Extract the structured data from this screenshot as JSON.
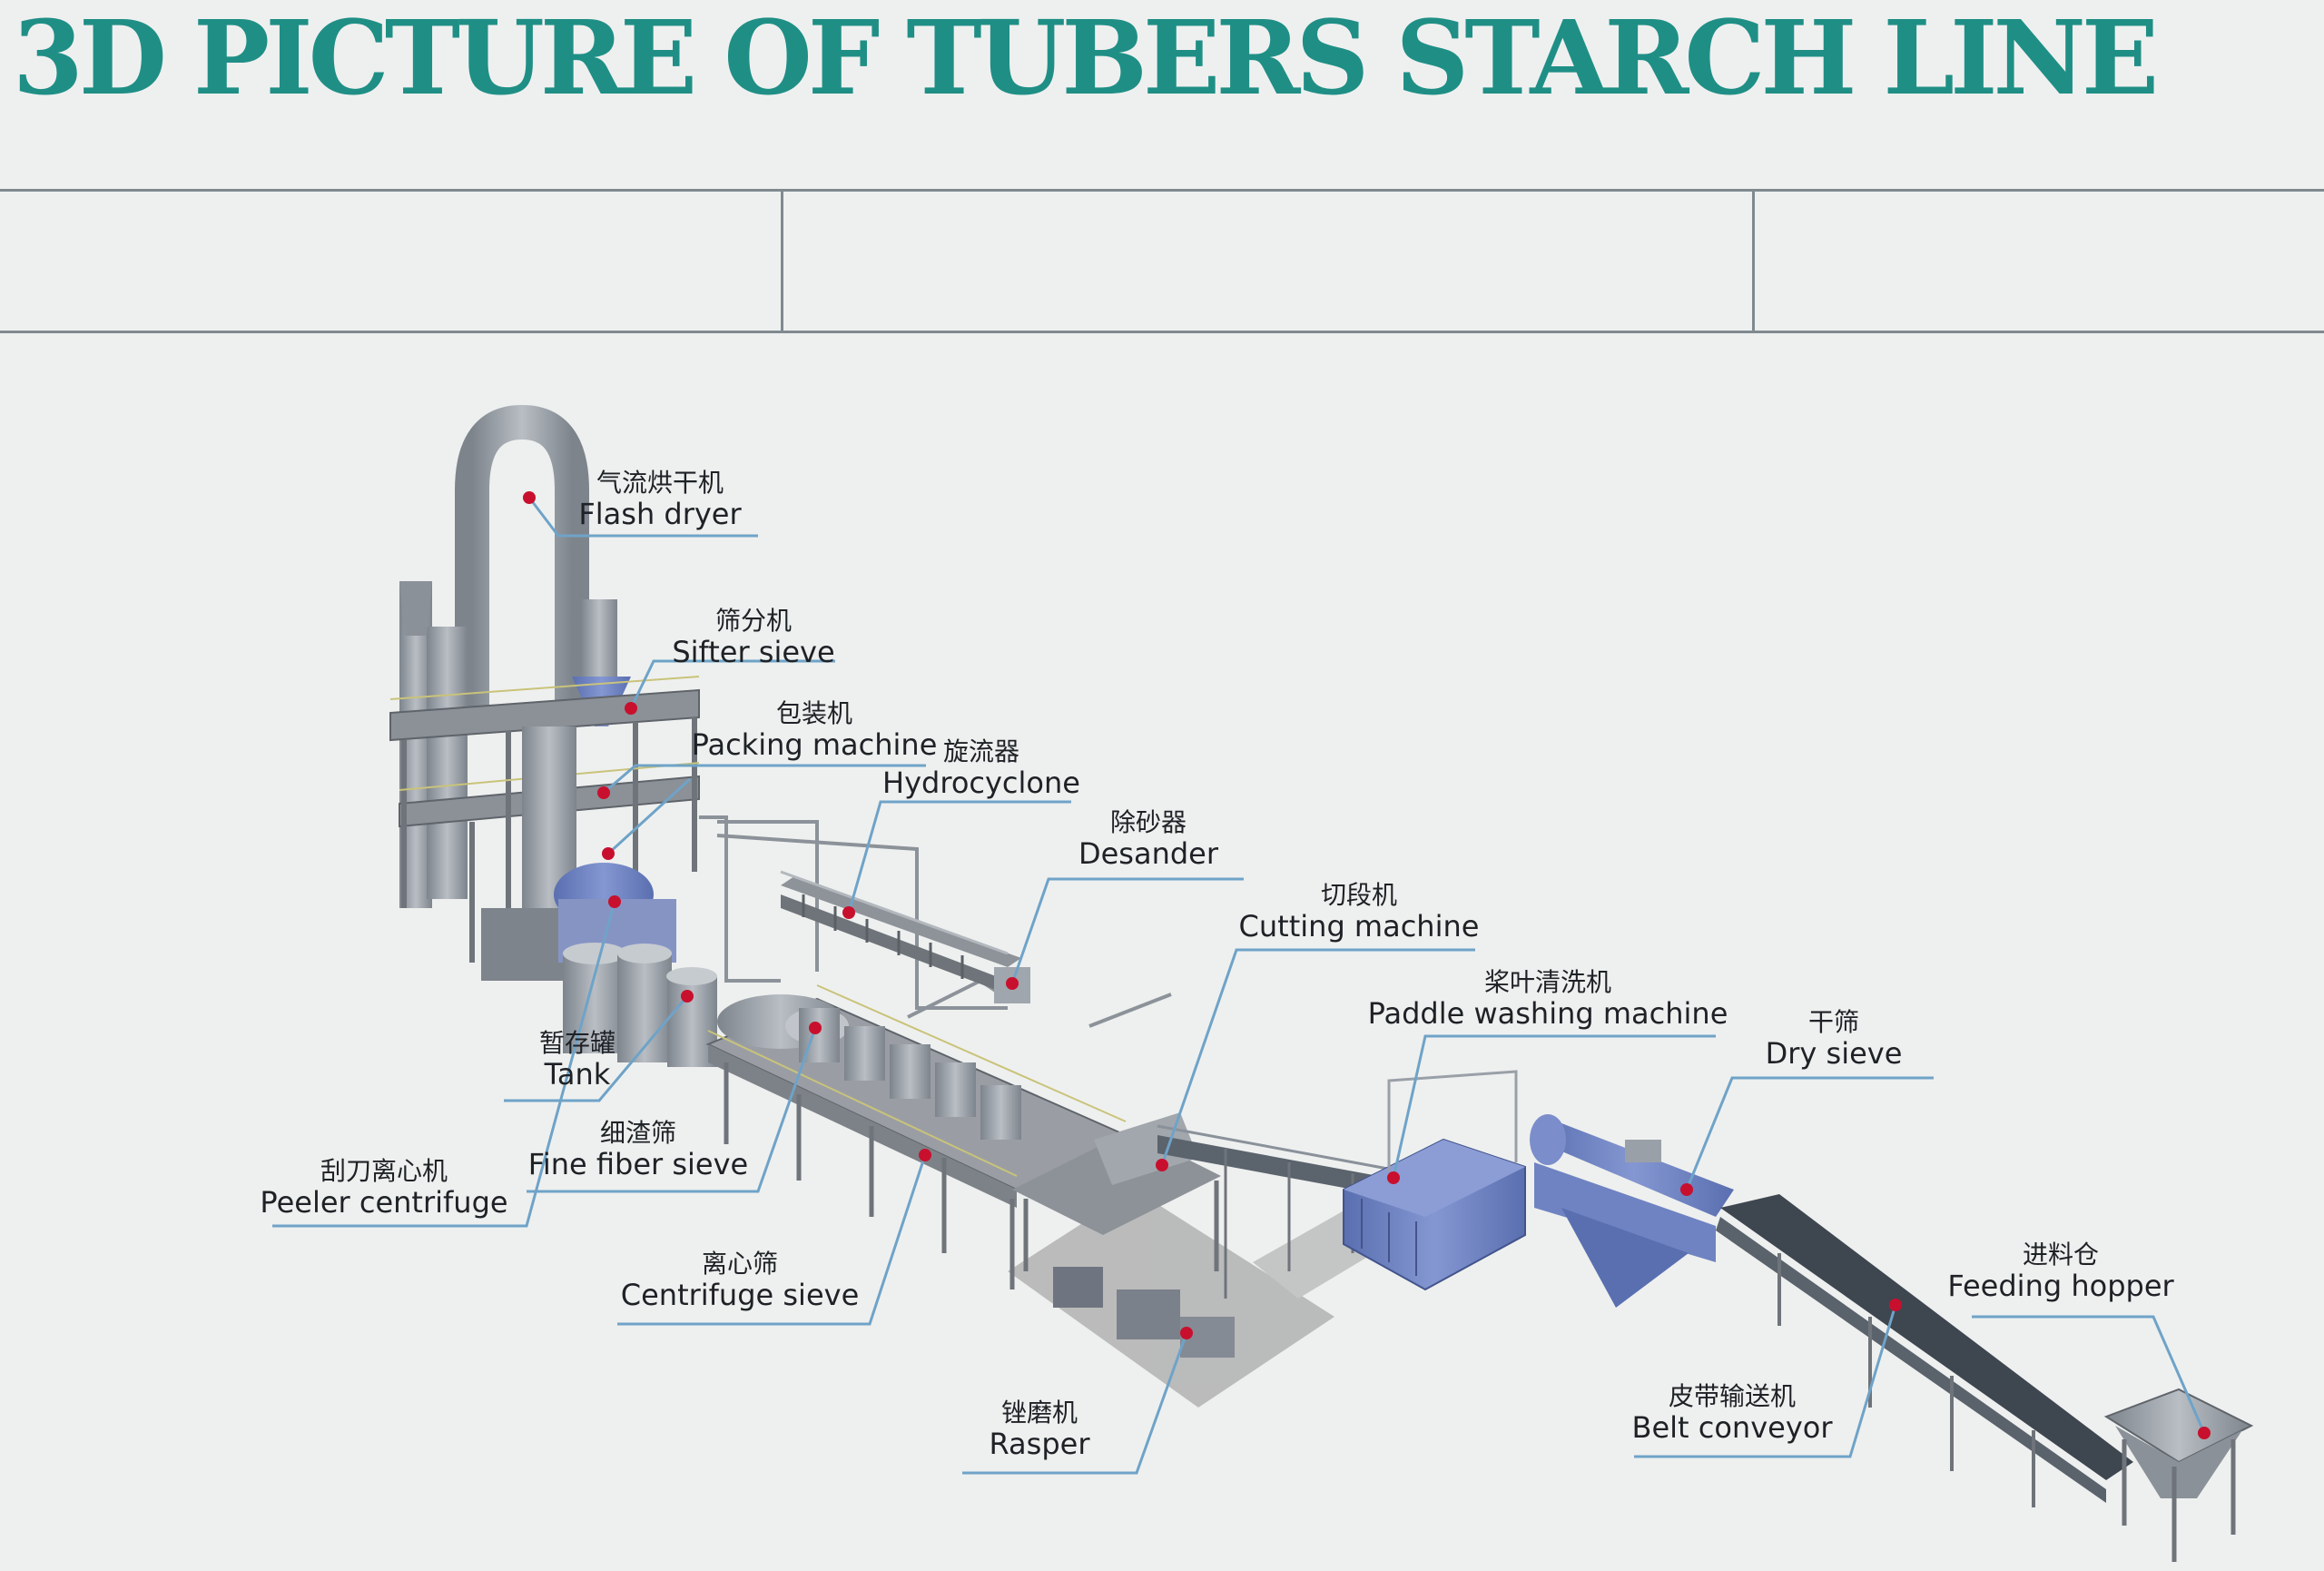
{
  "title": "3D PICTURE OF TUBERS STARCH LINE",
  "colors": {
    "title": "#1f8f86",
    "background": "#eef0ef",
    "leader_line": "#6fa3c8",
    "marker": "#c8102e",
    "machine_blue": "#6f83c2",
    "machine_grey": "#9aa0a8",
    "floor": "#a9aaaa"
  },
  "labels": {
    "flash_dryer": {
      "cn": "气流烘干机",
      "en": "Flash dryer"
    },
    "sifter_sieve": {
      "cn": "筛分机",
      "en": "Sifter sieve"
    },
    "packing_machine": {
      "cn": "包装机",
      "en": "Packing machine"
    },
    "hydrocyclone": {
      "cn": "旋流器",
      "en": "Hydrocyclone"
    },
    "desander": {
      "cn": "除砂器",
      "en": "Desander"
    },
    "cutting_machine": {
      "cn": "切段机",
      "en": "Cutting machine"
    },
    "paddle_washing": {
      "cn": "桨叶清洗机",
      "en": "Paddle washing machine"
    },
    "dry_sieve": {
      "cn": "干筛",
      "en": "Dry sieve"
    },
    "feeding_hopper": {
      "cn": "进料仓",
      "en": "Feeding hopper"
    },
    "belt_conveyor": {
      "cn": "皮带输送机",
      "en": "Belt conveyor"
    },
    "rasper": {
      "cn": "锉磨机",
      "en": "Rasper"
    },
    "centrifuge_sieve": {
      "cn": "离心筛",
      "en": "Centrifuge sieve"
    },
    "fine_fiber_sieve": {
      "cn": "细渣筛",
      "en": "Fine fiber sieve"
    },
    "tank": {
      "cn": "暂存罐",
      "en": "Tank"
    },
    "peeler_centrifuge": {
      "cn": "刮刀离心机",
      "en": "Peeler centrifuge"
    }
  }
}
